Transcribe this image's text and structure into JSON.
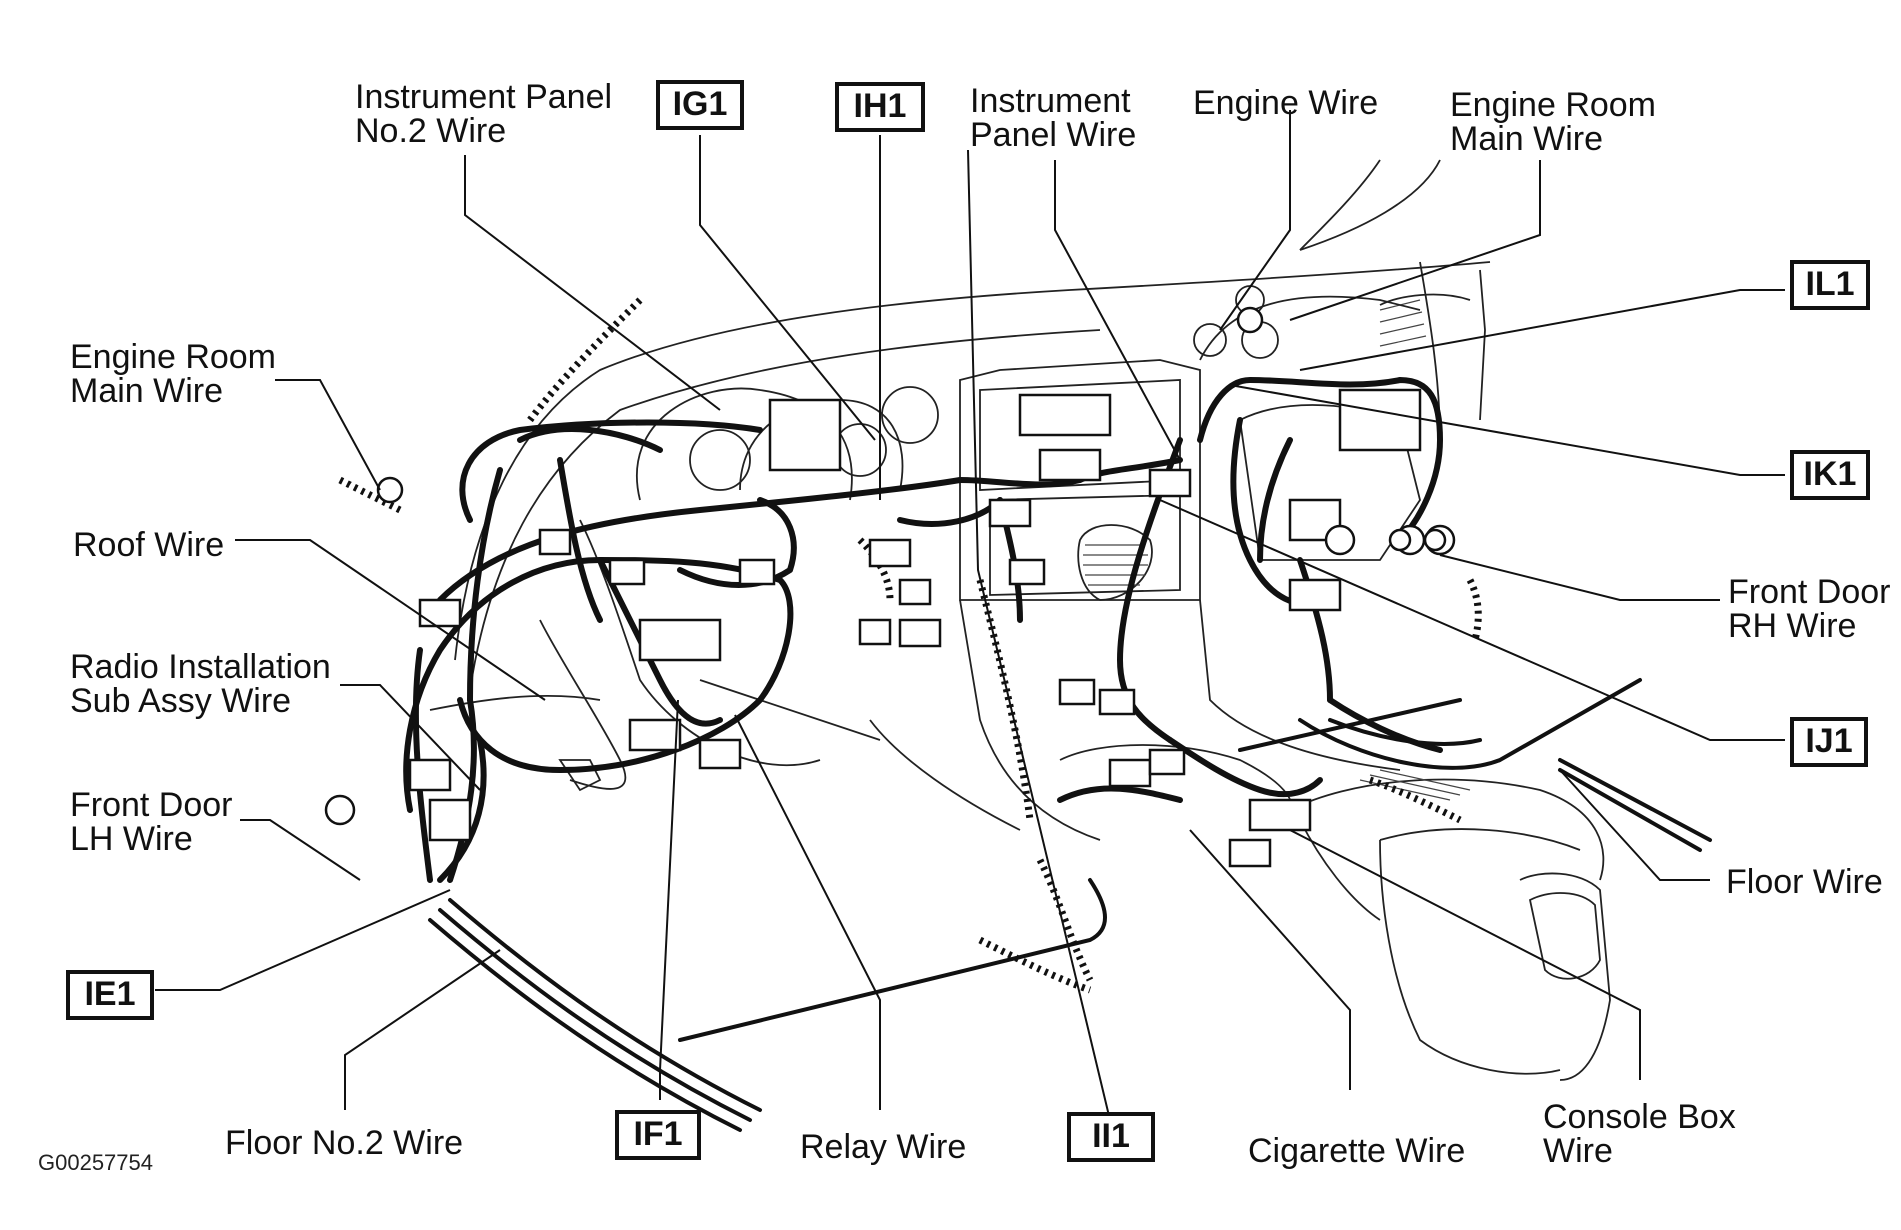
{
  "diagram": {
    "figure_id": "G00257754",
    "labels": {
      "instrument_panel_no2_wire": "Instrument Panel\nNo.2 Wire",
      "instrument_panel_wire": "Instrument\nPanel Wire",
      "engine_wire": "Engine Wire",
      "engine_room_main_wire_right": "Engine Room\nMain Wire",
      "engine_room_main_wire_left": "Engine Room\nMain Wire",
      "roof_wire": "Roof Wire",
      "radio_installation_sub_assy_wire": "Radio Installation\nSub Assy Wire",
      "front_door_lh_wire": "Front Door\nLH Wire",
      "front_door_rh_wire": "Front Door\nRH Wire",
      "floor_wire": "Floor Wire",
      "floor_no2_wire": "Floor No.2 Wire",
      "relay_wire": "Relay Wire",
      "cigarette_wire": "Cigarette Wire",
      "console_box_wire": "Console Box\nWire"
    },
    "junction_codes": {
      "ig1": "IG1",
      "ih1": "IH1",
      "il1": "IL1",
      "ik1": "IK1",
      "ij1": "IJ1",
      "ie1": "IE1",
      "if1": "IF1",
      "ii1": "II1"
    }
  }
}
